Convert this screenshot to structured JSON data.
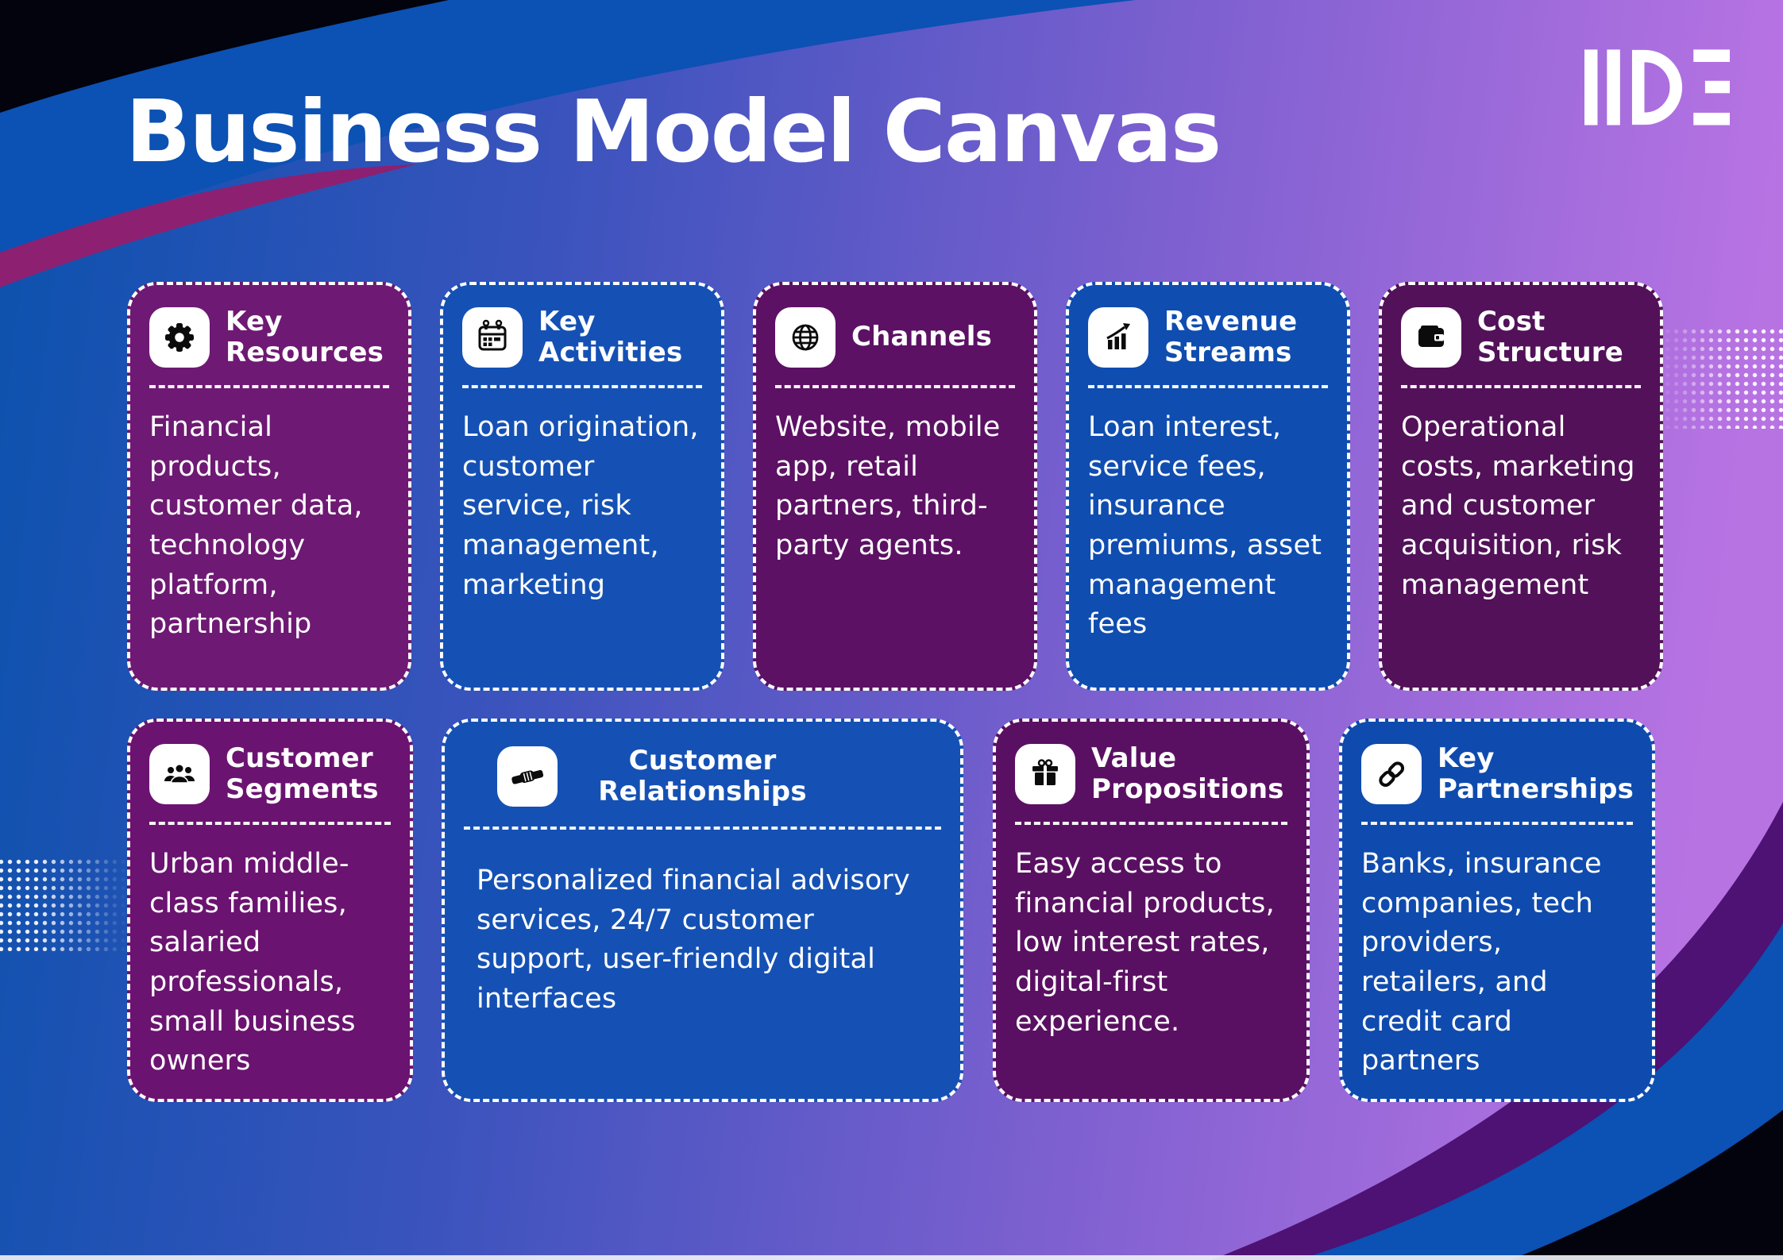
{
  "title": "Business Model Canvas",
  "logo_text": "IIDE",
  "background": {
    "gradient_left": "#0e52ae",
    "gradient_right": "#b873e3",
    "corner_black": "#03030d",
    "band_blue": "#0c51b4",
    "band_magenta": "#8e2071",
    "band_purple": "#4d1273",
    "bottom_strip": "#eef0f7"
  },
  "cards": [
    {
      "id": "key-resources",
      "icon": "gear-icon",
      "color": "#6e1973",
      "title_lines": [
        "Key",
        "Resources"
      ],
      "body": "Financial products, customer data, technology platform, partnership"
    },
    {
      "id": "key-activities",
      "icon": "calendar-icon",
      "color": "#1551b4",
      "title_lines": [
        "Key",
        "Activities"
      ],
      "body": "Loan origination, customer service, risk management, marketing"
    },
    {
      "id": "channels",
      "icon": "globe-icon",
      "color": "#5c1164",
      "title_lines": [
        "Channels"
      ],
      "body": "Website, mobile app, retail partners, third-party agents."
    },
    {
      "id": "revenue-streams",
      "icon": "growth-chart-icon",
      "color": "#0f4db0",
      "title_lines": [
        "Revenue",
        "Streams"
      ],
      "body": "Loan interest, service fees, insurance premiums, asset management fees"
    },
    {
      "id": "cost-structure",
      "icon": "wallet-icon",
      "color": "#521159",
      "title_lines": [
        "Cost",
        "Structure"
      ],
      "body": "Operational costs, marketing and customer acquisition, risk management"
    },
    {
      "id": "customer-segments",
      "icon": "people-icon",
      "color": "#6b1370",
      "title_lines": [
        "Customer",
        "Segments"
      ],
      "body": "Urban middle-class families, salaried professionals, small business owners"
    },
    {
      "id": "customer-relationships",
      "icon": "handshake-icon",
      "color": "#1551b4",
      "title_lines": [
        "Customer",
        "Relationships"
      ],
      "body": "Personalized financial advisory services, 24/7 customer support, user-friendly digital interfaces"
    },
    {
      "id": "value-propositions",
      "icon": "gift-icon",
      "color": "#5a1062",
      "title_lines": [
        "Value",
        "Propositions"
      ],
      "body": "Easy access to financial products, low interest rates, digital-first experience."
    },
    {
      "id": "key-partnerships",
      "icon": "chain-link-icon",
      "color": "#0f4bae",
      "title_lines": [
        "Key",
        "Partnerships"
      ],
      "body": "Banks, insurance companies, tech providers, retailers, and credit card partners"
    }
  ]
}
